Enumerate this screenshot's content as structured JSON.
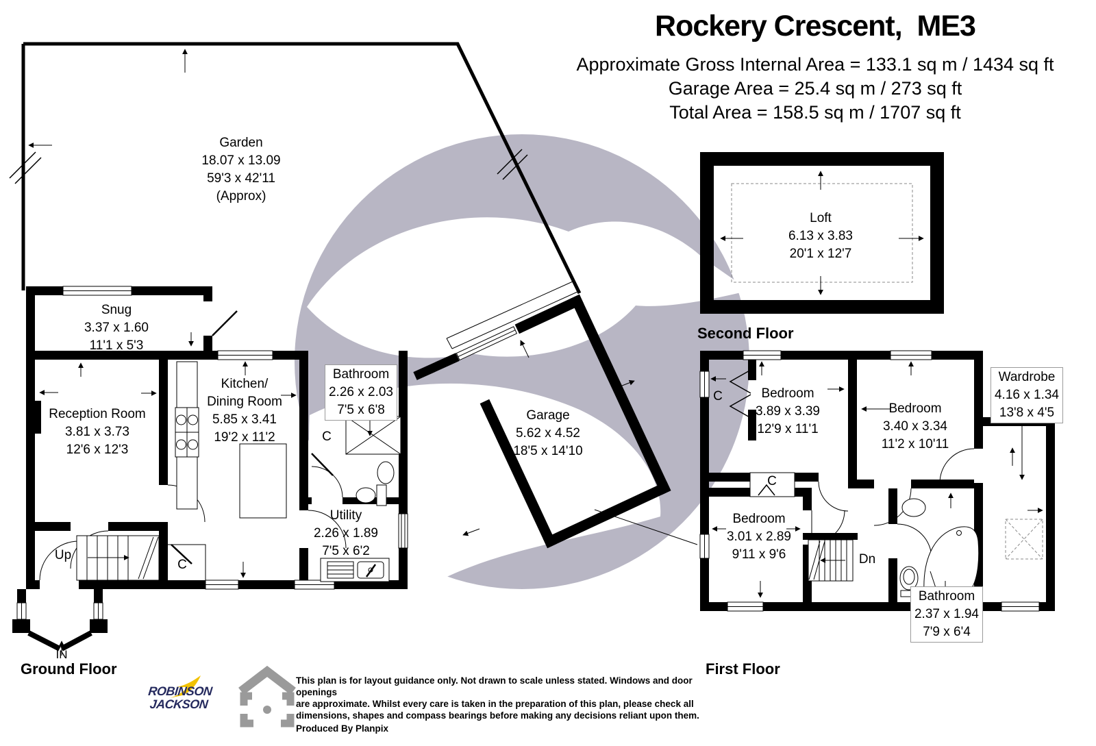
{
  "header": {
    "title": "Rockery Crescent,  ME3",
    "area_line1": "Approximate Gross Internal Area = 133.1 sq m / 1434 sq ft",
    "area_line2": "Garage Area = 25.4 sq m / 273 sq ft",
    "area_line3": "Total Area = 158.5 sq m / 1707 sq ft"
  },
  "garden": {
    "name": "Garden",
    "metric": "18.07 x 13.09",
    "imperial": "59'3 x 42'11",
    "note": "(Approx)"
  },
  "ground_floor": {
    "label": "Ground Floor",
    "snug": {
      "name": "Snug",
      "metric": "3.37 x 1.60",
      "imperial": "11'1 x 5'3"
    },
    "reception": {
      "name": "Reception Room",
      "metric": "3.81 x 3.73",
      "imperial": "12'6 x 12'3"
    },
    "kitchen": {
      "name_line1": "Kitchen/",
      "name_line2": "Dining Room",
      "metric": "5.85 x 3.41",
      "imperial": "19'2 x 11'2"
    },
    "bathroom": {
      "name": "Bathroom",
      "metric": "2.26 x 2.03",
      "imperial": "7'5 x 6'8"
    },
    "utility": {
      "name": "Utility",
      "metric": "2.26 x 1.89",
      "imperial": "7'5 x 6'2"
    },
    "garage": {
      "name": "Garage",
      "metric": "5.62 x 4.52",
      "imperial": "18'5 x 14'10"
    },
    "stairs_label": "Up",
    "entrance_label": "IN",
    "cupboard_label": "C"
  },
  "second_floor": {
    "label": "Second Floor",
    "loft": {
      "name": "Loft",
      "metric": "6.13 x 3.83",
      "imperial": "20'1 x 12'7"
    }
  },
  "first_floor": {
    "label": "First Floor",
    "bedroom1": {
      "name": "Bedroom",
      "metric": "3.89 x 3.39",
      "imperial": "12'9 x 11'1"
    },
    "bedroom2": {
      "name": "Bedroom",
      "metric": "3.40 x 3.34",
      "imperial": "11'2 x 10'11"
    },
    "bedroom3": {
      "name": "Bedroom",
      "metric": "3.01 x 2.89",
      "imperial": "9'11 x 9'6"
    },
    "bathroom": {
      "name": "Bathroom",
      "metric": "2.37 x 1.94",
      "imperial": "7'9 x 6'4"
    },
    "wardrobe": {
      "name": "Wardrobe",
      "metric": "4.16 x 1.34",
      "imperial": "13'8 x 4'5"
    },
    "stairs_label": "Dn",
    "cupboard_label": "C"
  },
  "footer": {
    "agency_name_line1": "ROBINSON",
    "agency_name_line2": "JACKSON",
    "disclaimer_line1": "This plan is for layout guidance only. Not drawn to scale unless stated. Windows and door openings",
    "disclaimer_line2": "are approximate. Whilst every care is taken in the preparation of this plan, please check all",
    "disclaimer_line3": "dimensions, shapes and compass bearings before making any decisions reliant upon them.",
    "produced_by": "Produced By Planpix"
  },
  "colors": {
    "wall": "#000000",
    "watermark": "#b8b6c4",
    "logo_navy": "#252a5e",
    "logo_yellow": "#f2c200",
    "icon_gray": "#9a9a9a"
  }
}
